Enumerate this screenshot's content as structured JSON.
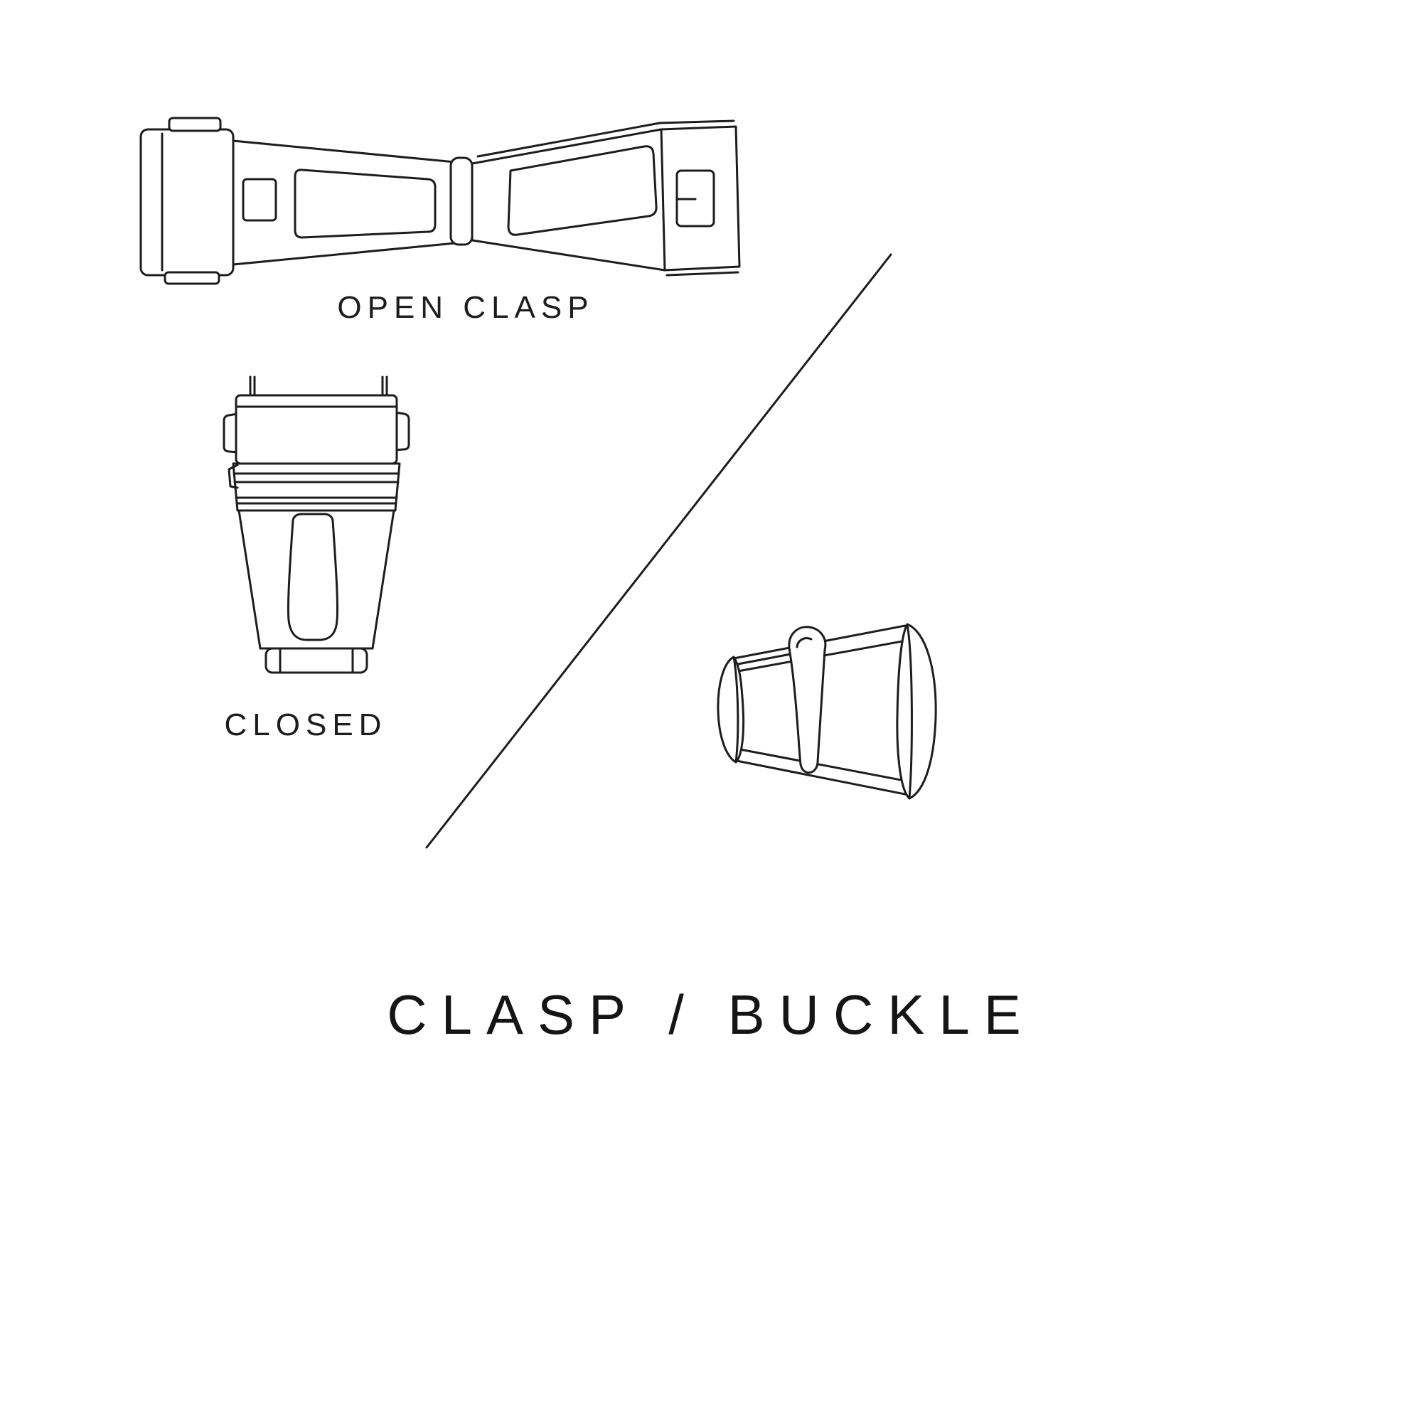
{
  "page": {
    "background": "#ffffff",
    "ink": "#1d1d1d"
  },
  "labels": {
    "open_clasp": "OPEN CLASP",
    "closed": "CLOSED",
    "title": "CLASP / BUCKLE"
  },
  "illustrations": [
    {
      "id": "open-clasp-illustration",
      "caption": "OPEN CLASP"
    },
    {
      "id": "closed-clasp-illustration",
      "caption": "CLOSED"
    },
    {
      "id": "tang-buckle-illustration",
      "caption": ""
    }
  ]
}
